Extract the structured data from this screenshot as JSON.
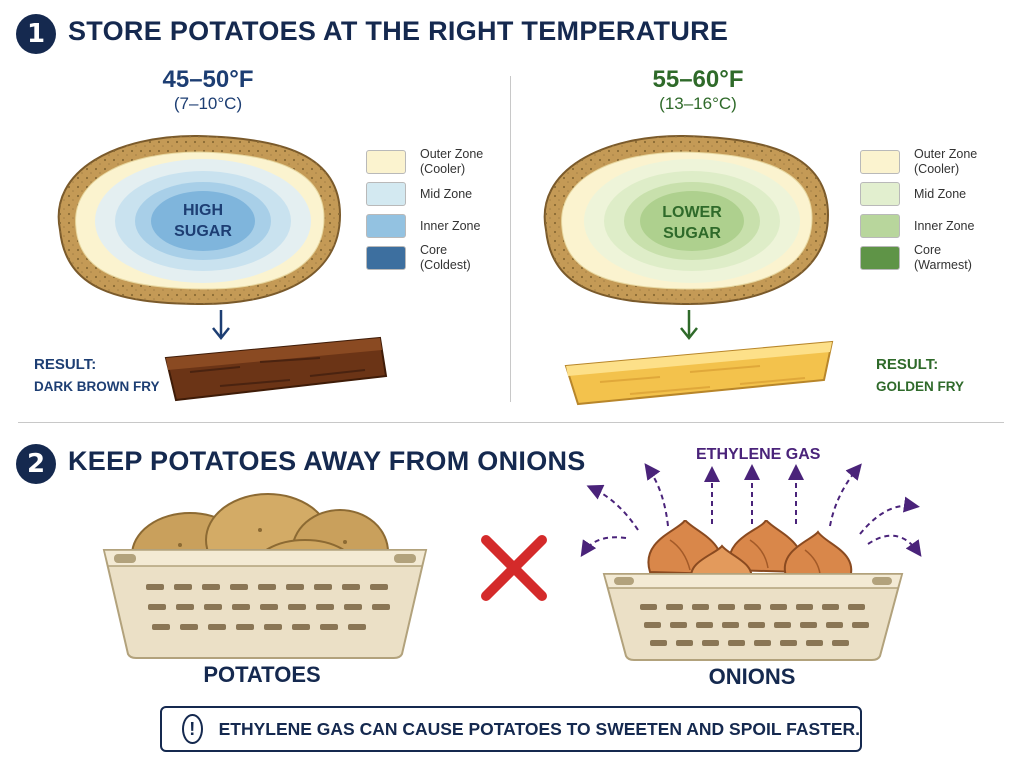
{
  "section1": {
    "number": "1",
    "title": "STORE POTATOES AT THE RIGHT TEMPERATURE",
    "cold": {
      "temp_f": "45–50°F",
      "temp_c": "(7–10°C)",
      "core_text_line1": "HIGH",
      "core_text_line2": "SUGAR",
      "legend": [
        {
          "label_line1": "Outer Zone",
          "label_line2": "(Cooler)",
          "color": "#fbf3cf"
        },
        {
          "label_line1": "Mid Zone",
          "label_line2": "",
          "color": "#d3e9f1"
        },
        {
          "label_line1": "Inner Zone",
          "label_line2": "",
          "color": "#93c2e1"
        },
        {
          "label_line1": "Core",
          "label_line2": "(Coldest)",
          "color": "#3d6f9f"
        }
      ],
      "result_title": "RESULT:",
      "result_value": "DARK BROWN FRY",
      "accent": "#1d3e73"
    },
    "warm": {
      "temp_f": "55–60°F",
      "temp_c": "(13–16°C)",
      "core_text_line1": "LOWER",
      "core_text_line2": "SUGAR",
      "legend": [
        {
          "label_line1": "Outer Zone",
          "label_line2": "(Cooler)",
          "color": "#fbf3cf"
        },
        {
          "label_line1": "Mid Zone",
          "label_line2": "",
          "color": "#e2efcf"
        },
        {
          "label_line1": "Inner Zone",
          "label_line2": "",
          "color": "#b8d69c"
        },
        {
          "label_line1": "Core",
          "label_line2": "(Warmest)",
          "color": "#5f9447"
        }
      ],
      "result_title": "RESULT:",
      "result_value": "GOLDEN FRY",
      "accent": "#2f6a2a"
    }
  },
  "section2": {
    "number": "2",
    "title": "KEEP POTATOES AWAY FROM ONIONS",
    "potatoes_label": "POTATOES",
    "onions_label": "ONIONS",
    "gas_label": "ETHYLENE GAS",
    "x_icon": "red-x-icon",
    "x_color": "#d42a2a"
  },
  "warning": {
    "icon": "exclamation-icon",
    "text": "ETHYLENE GAS CAN CAUSE POTATOES TO SWEETEN AND SPOIL FASTER."
  }
}
